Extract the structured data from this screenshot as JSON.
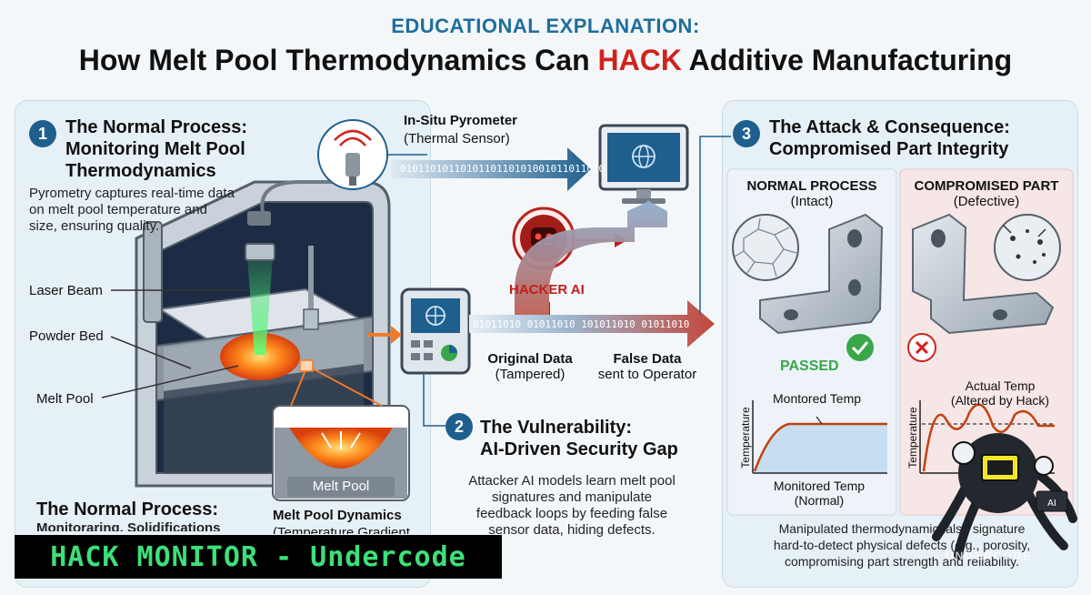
{
  "header": {
    "kicker": "EDUCATIONAL EXPLANATION:",
    "title_pre": "How Melt Pool Thermodynamics Can ",
    "title_hl": "HACK",
    "title_post": " Additive Manufacturing"
  },
  "section1": {
    "num": "1",
    "title_l1": "The Normal Process:",
    "title_l2": "Monitoring Melt Pool",
    "title_l3": "Thermodynamics",
    "desc_l1": "Pyrometry captures real-time data",
    "desc_l2": "on melt pool temperature and",
    "desc_l3": "size, ensuring quality.",
    "laser_label": "Laser Beam",
    "powder_label": "Powder Bed",
    "melt_label": "Melt Pool",
    "inset_label": "Melt Pool",
    "dyn_title": "Melt Pool Dynamics",
    "dyn_sub": "(Temperature Gradient",
    "bottom_l1": "The Normal Process:",
    "bottom_l2": "Monitoraring, Solidifications"
  },
  "pyrometer": {
    "title": "In-Situ Pyrometer",
    "sub": "(Thermal Sensor)",
    "stream": "0101101011010110110101001011011010"
  },
  "hacker": {
    "label": "HACKER AI",
    "stream": "01011010 01011010 101011010 01011010"
  },
  "data_labels": {
    "orig_l1": "Original Data",
    "orig_l2": "(Tampered)",
    "false_l1": "False Data",
    "false_l2": "sent to Operator"
  },
  "section2": {
    "num": "2",
    "title_l1": "The Vulnerability:",
    "title_l2": "AI-Driven Security Gap",
    "desc_l1": "Attacker AI models learn melt pool",
    "desc_l2": "signatures and manipulate",
    "desc_l3": "feedback loops by feeding false",
    "desc_l4": "sensor data, hiding defects."
  },
  "section3": {
    "num": "3",
    "title_l1": "The Attack & Consequence:",
    "title_l2": "Compromised Part Integrity",
    "normal_title": "NORMAL PROCESS",
    "normal_sub": "(Intact)",
    "comp_title": "COMPROMISED PART",
    "comp_sub": "(Defective)",
    "passed": "PASSED",
    "chart1_top": "Montored Temp",
    "chart1_yaxis": "Temperature",
    "chart1_bottom_l1": "Monitored Temp",
    "chart1_bottom_l2": "(Normal)",
    "chart2_top_l1": "Actual Temp",
    "chart2_top_l2": "(Altered by Hack)",
    "chart2_yaxis": "Temperature",
    "desc_l1": "Manipulated thermodynamic false signature",
    "desc_l2": "hard-to-detect physical defects (e.g., porosity,",
    "desc_l3": "compromising part strength and reliability."
  },
  "watermark": {
    "banner": "HACK MONITOR - Undercode",
    "logo_text": "UNDERCODE"
  },
  "colors": {
    "accent_blue": "#1f5f8e",
    "hack_red": "#d0231c",
    "pass_green": "#3aa64a",
    "banner_green": "#3de07a"
  }
}
